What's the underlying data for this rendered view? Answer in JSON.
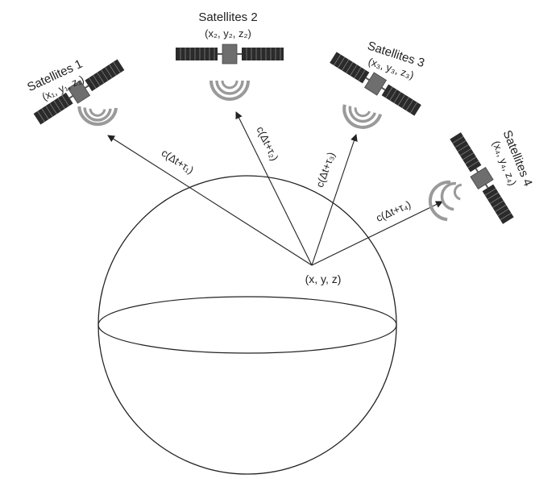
{
  "satellites": [
    {
      "title": "Satellites 1",
      "coords": "(x₁, y₁, z₁)",
      "distance": "c(Δt+τ₁)"
    },
    {
      "title": "Satellites 2",
      "coords": "(x₂, y₂, z₂)",
      "distance": "c(Δt+τ₂)"
    },
    {
      "title": "Satellites 3",
      "coords": "(x₃, y₃, z₃)",
      "distance": "c(Δt+τ₃)"
    },
    {
      "title": "Satellites 4",
      "coords": "(x₄, y₄, z₄)",
      "distance": "c(Δt+τ₄)"
    }
  ],
  "receiver": {
    "label": "(x, y, z)"
  },
  "colors": {
    "line": "#222222",
    "panel": "#2b2b2b",
    "panel_grid": "#9a9a9a",
    "body": "#6e6e6e",
    "signal": "#9a9a9a"
  }
}
